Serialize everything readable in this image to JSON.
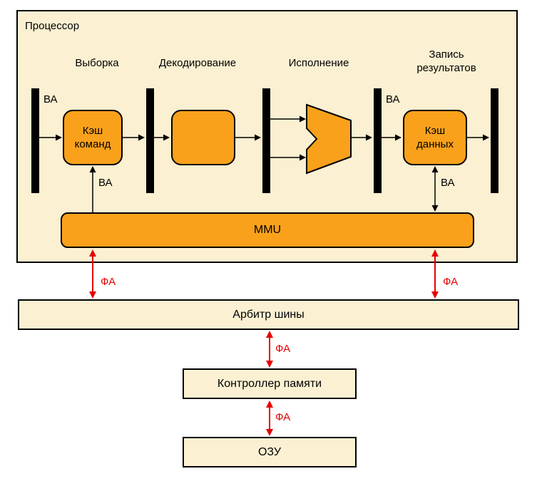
{
  "diagram": {
    "processor": {
      "title": "Процессор"
    },
    "stages": {
      "fetch": "Выборка",
      "decode": "Декодирование",
      "execute": "Исполнение",
      "writeback": "Запись\nрезультатов"
    },
    "blocks": {
      "instruction_cache": "Кэш\nкоманд",
      "data_cache": "Кэш\nданных",
      "mmu": "MMU",
      "bus_arbiter": "Арбитр шины",
      "memory_controller": "Контроллер памяти",
      "ram": "ОЗУ"
    },
    "labels": {
      "virtual_address": "ВА",
      "physical_address": "ФА"
    },
    "colors": {
      "panel_fill": "#FBF0D2",
      "block_fill": "#F9A11B",
      "arrow_red": "#E60000",
      "outline": "#000000"
    }
  }
}
